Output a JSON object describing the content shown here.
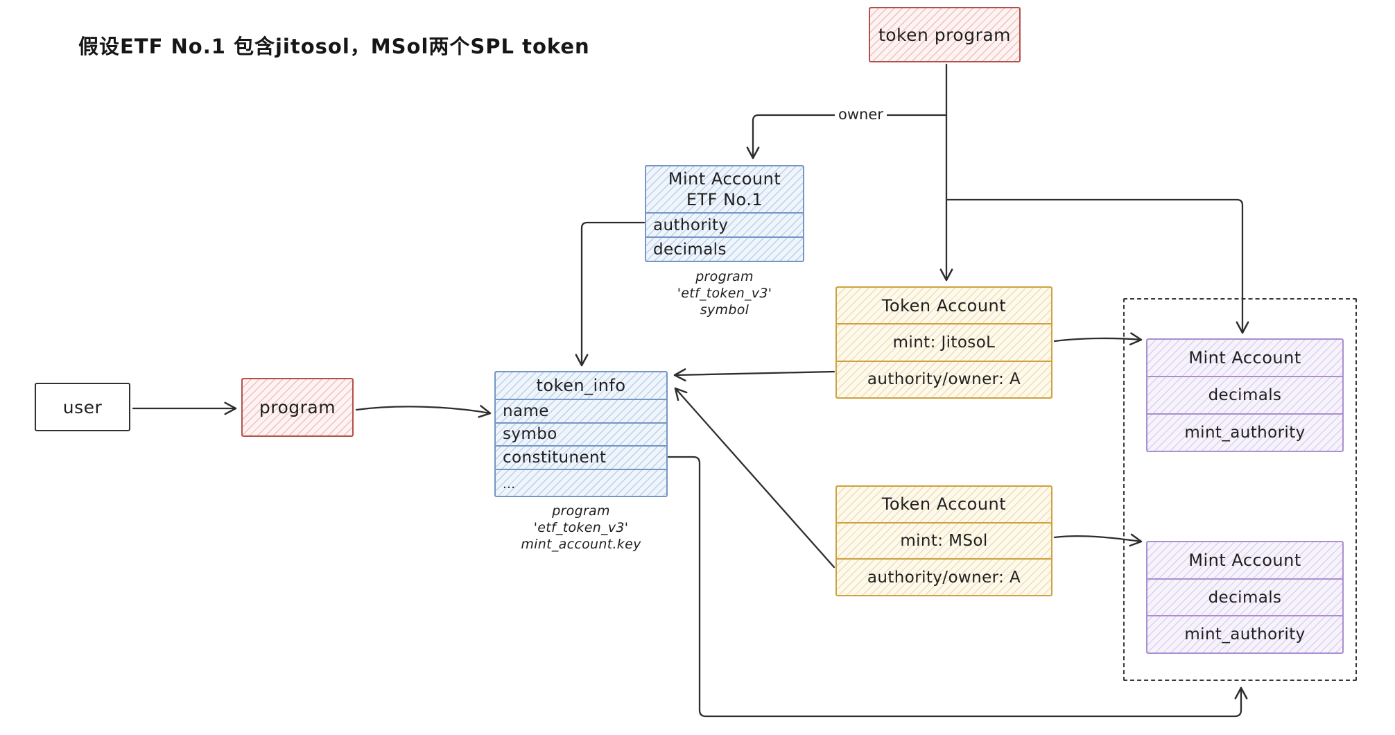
{
  "note": "假设ETF No.1 包含jitosol，MSol两个SPL token",
  "colors": {
    "red_stroke": "#b4504c",
    "blue_stroke": "#7496c4",
    "yellow_stroke": "#cfa13f",
    "purple_stroke": "#a98fce",
    "line": "#2d2d2d"
  },
  "nodes": {
    "token_program": {
      "label": "token program"
    },
    "user": {
      "label": "user"
    },
    "program": {
      "label": "program"
    },
    "mint_account_etf": {
      "title_line1": "Mint Account",
      "title_line2": "ETF No.1",
      "rows": [
        "authority",
        "decimals"
      ],
      "caption_lines": [
        "program",
        "'etf_token_v3'",
        "symbol"
      ]
    },
    "token_info": {
      "title": "token_info",
      "rows": [
        "name",
        "symbo",
        "constitunent",
        "..."
      ],
      "caption_lines": [
        "program",
        "'etf_token_v3'",
        "mint_account.key"
      ]
    },
    "token_account_jitosol": {
      "title": "Token Account",
      "rows": [
        "mint: JitosoL",
        "authority/owner: A"
      ]
    },
    "token_account_msol": {
      "title": "Token Account",
      "rows": [
        "mint: MSol",
        "authority/owner: A"
      ]
    },
    "mint_account_jitosol": {
      "title": "Mint Account",
      "rows": [
        "decimals",
        "mint_authority"
      ]
    },
    "mint_account_msol": {
      "title": "Mint Account",
      "rows": [
        "decimals",
        "mint_authority"
      ]
    }
  },
  "edge_labels": {
    "owner": "owner"
  }
}
